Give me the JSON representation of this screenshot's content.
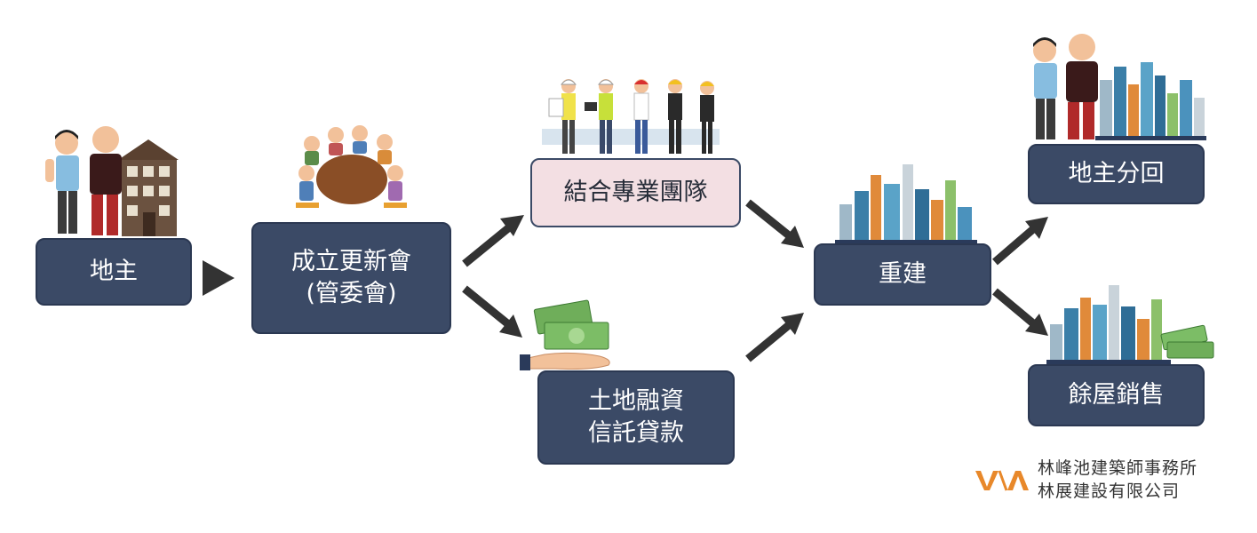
{
  "nodes": {
    "landowner": "地主",
    "committee_line1": "成立更新會",
    "committee_line2": "(管委會)",
    "team": "結合專業團隊",
    "finance_line1": "土地融資",
    "finance_line2": "信託貸款",
    "rebuild": "重建",
    "return": "地主分回",
    "sale": "餘屋銷售"
  },
  "brand": {
    "logo_text": "V\\A",
    "line1": "林峰池建築師事務所",
    "line2": "林展建設有限公司"
  },
  "colors": {
    "box": "#3b4a66",
    "box_pink": "#f3dfe3",
    "arrow": "#333333",
    "logo": "#e8882a"
  }
}
